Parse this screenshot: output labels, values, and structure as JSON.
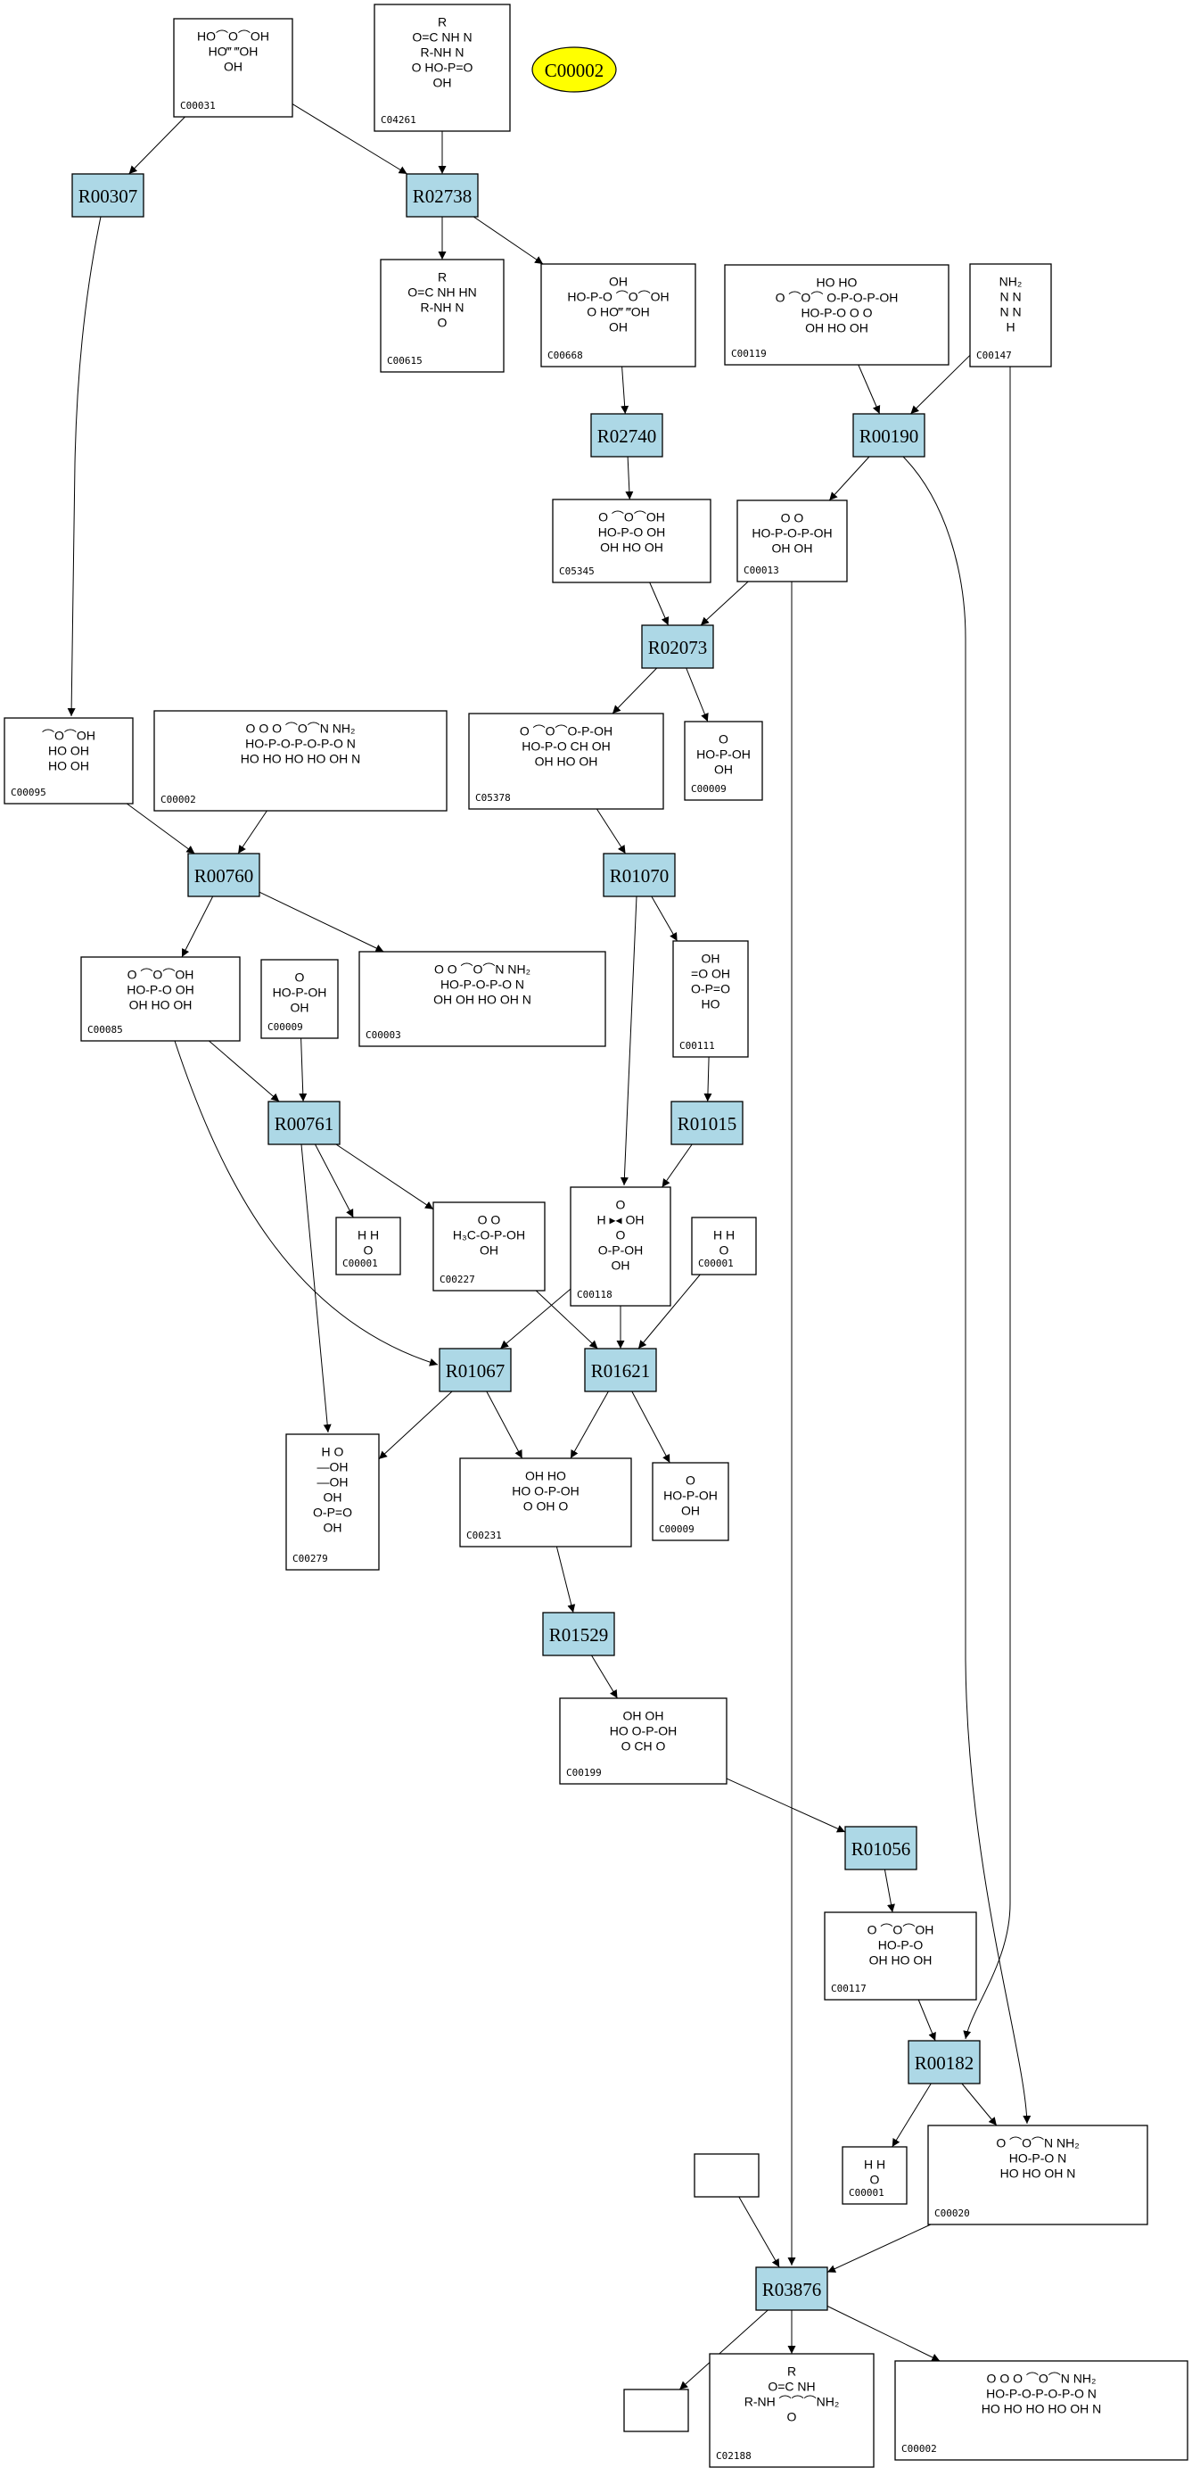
{
  "diagram": {
    "type": "metabolic-pathway-graph",
    "colors": {
      "reaction_fill": "#add8e6",
      "compound_fill": "#ffffff",
      "highlight_fill": "#ffff00",
      "stroke": "#000000"
    },
    "highlight": {
      "id": "C00002",
      "label": "C00002"
    },
    "reactions": [
      {
        "id": "R00307",
        "label": "R00307"
      },
      {
        "id": "R02738",
        "label": "R02738"
      },
      {
        "id": "R02740",
        "label": "R02740"
      },
      {
        "id": "R00190",
        "label": "R00190"
      },
      {
        "id": "R02073",
        "label": "R02073"
      },
      {
        "id": "R00760",
        "label": "R00760"
      },
      {
        "id": "R01070",
        "label": "R01070"
      },
      {
        "id": "R00761",
        "label": "R00761"
      },
      {
        "id": "R01015",
        "label": "R01015"
      },
      {
        "id": "R01067",
        "label": "R01067"
      },
      {
        "id": "R01621",
        "label": "R01621"
      },
      {
        "id": "R01529",
        "label": "R01529"
      },
      {
        "id": "R01056",
        "label": "R01056"
      },
      {
        "id": "R00182",
        "label": "R00182"
      },
      {
        "id": "R03876",
        "label": "R03876"
      }
    ],
    "compounds": [
      {
        "key": "C00031",
        "label": "C00031",
        "structure": [
          "HO⌒O⌒OH",
          "HO‴ ‴OH",
          "OH"
        ]
      },
      {
        "key": "C04261",
        "label": "C04261",
        "structure": [
          "R",
          "O=C NH  N",
          "R‑NH  N",
          "O  HO‑P=O",
          "OH"
        ]
      },
      {
        "key": "C00615",
        "label": "C00615",
        "structure": [
          "R",
          "O=C NH  HN",
          "R‑NH  N",
          "O"
        ]
      },
      {
        "key": "C00668",
        "label": "C00668",
        "structure": [
          "OH",
          "HO‑P‑O ⌒O⌒OH",
          "O  HO‴ ‴OH",
          "OH"
        ]
      },
      {
        "key": "C00119",
        "label": "C00119",
        "structure": [
          "HO  HO",
          "O  ⌒O⌒ O‑P‑O‑P‑OH",
          "HO‑P‑O     O   O",
          "OH  HO  OH"
        ]
      },
      {
        "key": "C00147",
        "label": "C00147",
        "structure": [
          "NH₂",
          "N   N",
          "N   N",
          "H"
        ]
      },
      {
        "key": "C05345",
        "label": "C05345",
        "structure": [
          "O  ⌒O⌒OH",
          "HO‑P‑O   OH",
          "OH  HO  OH"
        ]
      },
      {
        "key": "C00013",
        "label": "C00013",
        "structure": [
          "O    O",
          "HO‑P‑O‑P‑OH",
          "OH   OH"
        ]
      },
      {
        "key": "C00095",
        "label": "C00095",
        "structure": [
          "⌒O⌒OH",
          "HO    OH",
          "HO  OH"
        ]
      },
      {
        "key": "C00002a",
        "label": "C00002",
        "structure": [
          "O   O   O      ⌒O⌒N  NH₂",
          "HO‑P‑O‑P‑O‑P‑O        N",
          "HO  HO  HO   HO  OH  N"
        ]
      },
      {
        "key": "C05378",
        "label": "C05378",
        "structure": [
          "O  ⌒O⌒O‑P‑OH",
          "HO‑P‑O   CH  OH",
          "OH  HO  OH"
        ]
      },
      {
        "key": "C00009a",
        "label": "C00009",
        "structure": [
          "O",
          "HO‑P‑OH",
          "OH"
        ]
      },
      {
        "key": "C00085",
        "label": "C00085",
        "structure": [
          "O  ⌒O⌒OH",
          "HO‑P‑O    OH",
          "OH  HO  OH"
        ]
      },
      {
        "key": "C00009b",
        "label": "C00009",
        "structure": [
          "O",
          "HO‑P‑OH",
          "OH"
        ]
      },
      {
        "key": "C00003",
        "label": "C00003",
        "structure": [
          "O   O   ⌒O⌒N  NH₂",
          "HO‑P‑O‑P‑O       N",
          "OH  OH  HO  OH  N"
        ]
      },
      {
        "key": "C00111",
        "label": "C00111",
        "structure": [
          "OH",
          "=O  OH",
          "O‑P=O",
          "HO"
        ]
      },
      {
        "key": "C00001a",
        "label": "C00001",
        "structure": [
          "H  H",
          "O"
        ]
      },
      {
        "key": "C00227",
        "label": "C00227",
        "structure": [
          "O   O",
          "H₃C‑O‑P‑OH",
          "OH"
        ]
      },
      {
        "key": "C00118",
        "label": "C00118",
        "structure": [
          "O",
          "H ▸◂ OH",
          "O",
          "O‑P‑OH",
          "OH"
        ]
      },
      {
        "key": "C00001b",
        "label": "C00001",
        "structure": [
          "H  H",
          "O"
        ]
      },
      {
        "key": "C00279",
        "label": "C00279",
        "structure": [
          "H  O",
          "—OH",
          "—OH",
          "OH",
          "O‑P=O",
          "OH"
        ]
      },
      {
        "key": "C00231",
        "label": "C00231",
        "structure": [
          "OH     HO",
          "HO    O‑P‑OH",
          "O   OH   O"
        ]
      },
      {
        "key": "C00009c",
        "label": "C00009",
        "structure": [
          "O",
          "HO‑P‑OH",
          "OH"
        ]
      },
      {
        "key": "C00199",
        "label": "C00199",
        "structure": [
          "OH     OH",
          "HO    O‑P‑OH",
          "O   CH   O"
        ]
      },
      {
        "key": "C00117",
        "label": "C00117",
        "structure": [
          "O  ⌒O⌒OH",
          "HO‑P‑O",
          "OH  HO  OH"
        ]
      },
      {
        "key": "C00001d",
        "label": "C00001",
        "structure": [
          "H  H",
          "O"
        ]
      },
      {
        "key": "C00020",
        "label": "C00020",
        "structure": [
          "O  ⌒O⌒N  NH₂",
          "HO‑P‑O      N",
          "HO  HO  OH  N"
        ]
      },
      {
        "key": "blank1",
        "label": "",
        "structure": []
      },
      {
        "key": "C02188",
        "label": "C02188",
        "structure": [
          "R",
          "O=C NH",
          "R‑NH  ⌒⌒⌒NH₂",
          "O"
        ]
      },
      {
        "key": "blank2",
        "label": "",
        "structure": []
      },
      {
        "key": "C00002b",
        "label": "C00002",
        "structure": [
          "O   O   O      ⌒O⌒N  NH₂",
          "HO‑P‑O‑P‑O‑P‑O        N",
          "HO  HO  HO   HO  OH  N"
        ]
      }
    ],
    "edges": [
      [
        "C00031",
        "R00307"
      ],
      [
        "C00031",
        "R02738"
      ],
      [
        "C04261",
        "R02738"
      ],
      [
        "R02738",
        "C00615"
      ],
      [
        "R02738",
        "C00668"
      ],
      [
        "R00307",
        "C00095"
      ],
      [
        "C00668",
        "R02740"
      ],
      [
        "R02740",
        "C05345"
      ],
      [
        "C00119",
        "R00190"
      ],
      [
        "C00147",
        "R00190"
      ],
      [
        "R00190",
        "C00013"
      ],
      [
        "C05345",
        "R02073"
      ],
      [
        "C00013",
        "R02073"
      ],
      [
        "R02073",
        "C05378"
      ],
      [
        "R02073",
        "C00009a"
      ],
      [
        "C00095",
        "R00760"
      ],
      [
        "C00002a",
        "R00760"
      ],
      [
        "C05378",
        "R01070"
      ],
      [
        "R00760",
        "C00085"
      ],
      [
        "R00760",
        "C00003"
      ],
      [
        "R01070",
        "C00111"
      ],
      [
        "R01070",
        "C00118"
      ],
      [
        "C00085",
        "R00761"
      ],
      [
        "C00009b",
        "R00761"
      ],
      [
        "C00111",
        "R01015"
      ],
      [
        "R01015",
        "C00118"
      ],
      [
        "R00761",
        "C00001a"
      ],
      [
        "R00761",
        "C00227"
      ],
      [
        "R00761",
        "C00279"
      ],
      [
        "C00085",
        "R01067"
      ],
      [
        "C00118",
        "R01067"
      ],
      [
        "C00227",
        "R01621"
      ],
      [
        "C00118",
        "R01621"
      ],
      [
        "C00001b",
        "R01621"
      ],
      [
        "R01067",
        "C00279"
      ],
      [
        "R01067",
        "C00231"
      ],
      [
        "R01621",
        "C00231"
      ],
      [
        "R01621",
        "C00009c"
      ],
      [
        "C00231",
        "R01529"
      ],
      [
        "R01529",
        "C00199"
      ],
      [
        "C00199",
        "R01056"
      ],
      [
        "R01056",
        "C00117"
      ],
      [
        "C00117",
        "R00182"
      ],
      [
        "C00147",
        "R00182"
      ],
      [
        "R00190",
        "C00020"
      ],
      [
        "R00182",
        "C00001d"
      ],
      [
        "R00182",
        "C00020"
      ],
      [
        "C00013",
        "R03876"
      ],
      [
        "blank1",
        "R03876"
      ],
      [
        "C00020",
        "R03876"
      ],
      [
        "R03876",
        "blank2"
      ],
      [
        "R03876",
        "C02188"
      ],
      [
        "R03876",
        "C00002b"
      ]
    ]
  }
}
